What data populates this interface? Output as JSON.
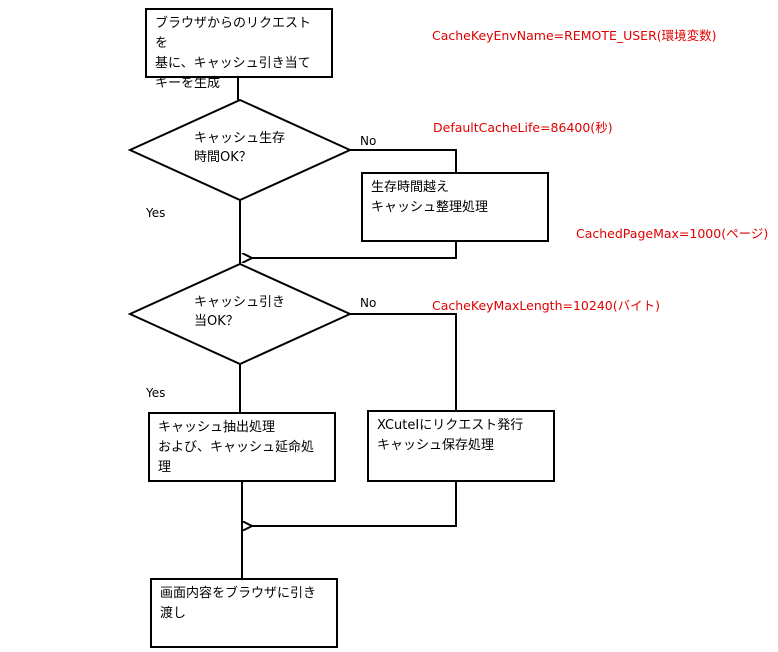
{
  "nodes": {
    "start": "ブラウザからのリクエストを\n基に、キャッシュ引き当て\nキーを生成",
    "decision_lifetime": "キャッシュ生存\n時間OK？",
    "cleanup": "生存時間越え\nキャッシュ整理処理",
    "decision_hit": "キャッシュ引き\n当OK？",
    "extract": "キャッシュ抽出処理\nおよび、キャッシュ延命処\n理",
    "request": "XCuteIにリクエスト発行\nキャッシュ保存処理",
    "deliver": "画面内容をブラウザに引き\n渡し"
  },
  "edge_labels": {
    "no_1": "No",
    "yes_1": "Yes",
    "no_2": "No",
    "yes_2": "Yes"
  },
  "notes": {
    "key_env": "CacheKeyEnvName=REMOTE_USER(環境変数)",
    "cache_life": "DefaultCacheLife=86400(秒)",
    "page_max": "CachedPageMax=1000(ページ)",
    "key_max_len": "CacheKeyMaxLength=10240(バイト)"
  },
  "colors": {
    "line": "#000000",
    "note": "#e00000"
  }
}
